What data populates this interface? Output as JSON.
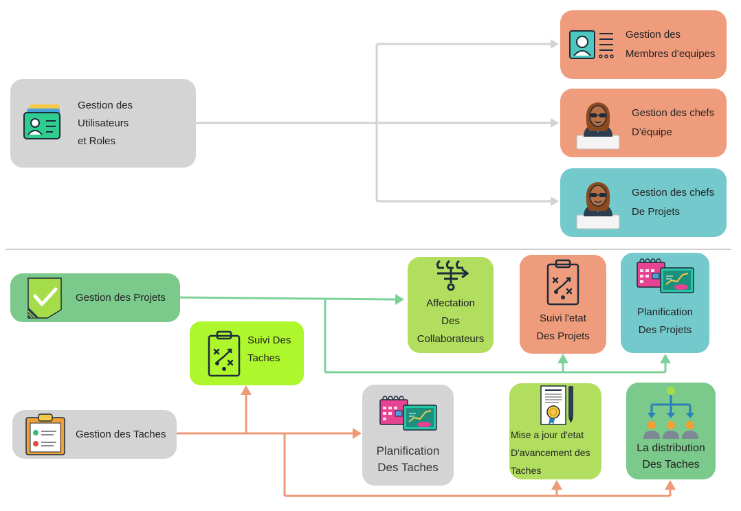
{
  "diagram": {
    "nodes": {
      "gestion_utilisateurs": {
        "label": "Gestion des\nUtilisateurs\net Roles"
      },
      "gestion_membres": {
        "label": "Gestion des\nMembres d'equipes"
      },
      "gestion_chefs_equipe": {
        "label": "Gestion des chefs\nD'équipe"
      },
      "gestion_chefs_projets": {
        "label": "Gestion des chefs\nDe Projets"
      },
      "gestion_projets": {
        "label": "Gestion des Projets"
      },
      "affectation_collaborateurs": {
        "label": "Affectation\nDes\nCollaborateurs"
      },
      "suivi_projets": {
        "label": "Suivi l'etat\nDes Projets"
      },
      "planification_projets": {
        "label": "Planification\nDes Projets"
      },
      "suivi_taches": {
        "label": "Suivi Des\nTaches"
      },
      "gestion_taches": {
        "label": "Gestion des Taches"
      },
      "planification_taches": {
        "label": "Planification\nDes Taches"
      },
      "mise_a_jour_avancement": {
        "label": "Mise a jour d'etat\nD'avancement des\nTaches"
      },
      "distribution_taches": {
        "label": "La distribution\nDes Taches"
      }
    },
    "colors": {
      "gray_box": "#d4d4d4",
      "salmon_box": "#ef9c7c",
      "teal_box": "#74c9cc",
      "green_box": "#7bc98b",
      "lime_box": "#b1de5f",
      "bright_lime_box": "#aef72c",
      "gray_connector": "#d3d3d3",
      "green_connector": "#7dd29a",
      "orange_connector": "#ee9a76",
      "divider": "#cfcfcf"
    },
    "icons": {
      "gestion_utilisateurs": "id-card-icon",
      "gestion_membres": "profile-card-icon",
      "gestion_chefs_equipe": "team-lead-avatar-icon",
      "gestion_chefs_projets": "project-lead-avatar-icon",
      "gestion_projets": "checklist-folder-icon",
      "affectation_collaborateurs": "assignment-tree-icon",
      "suivi_projets": "strategy-clipboard-icon",
      "planification_projets": "calendar-chart-icon",
      "suivi_taches": "strategy-clipboard-icon",
      "gestion_taches": "task-clipboard-icon",
      "planification_taches": "calendar-chart-icon",
      "mise_a_jour_avancement": "certificate-pen-icon",
      "distribution_taches": "hierarchy-people-icon"
    }
  }
}
